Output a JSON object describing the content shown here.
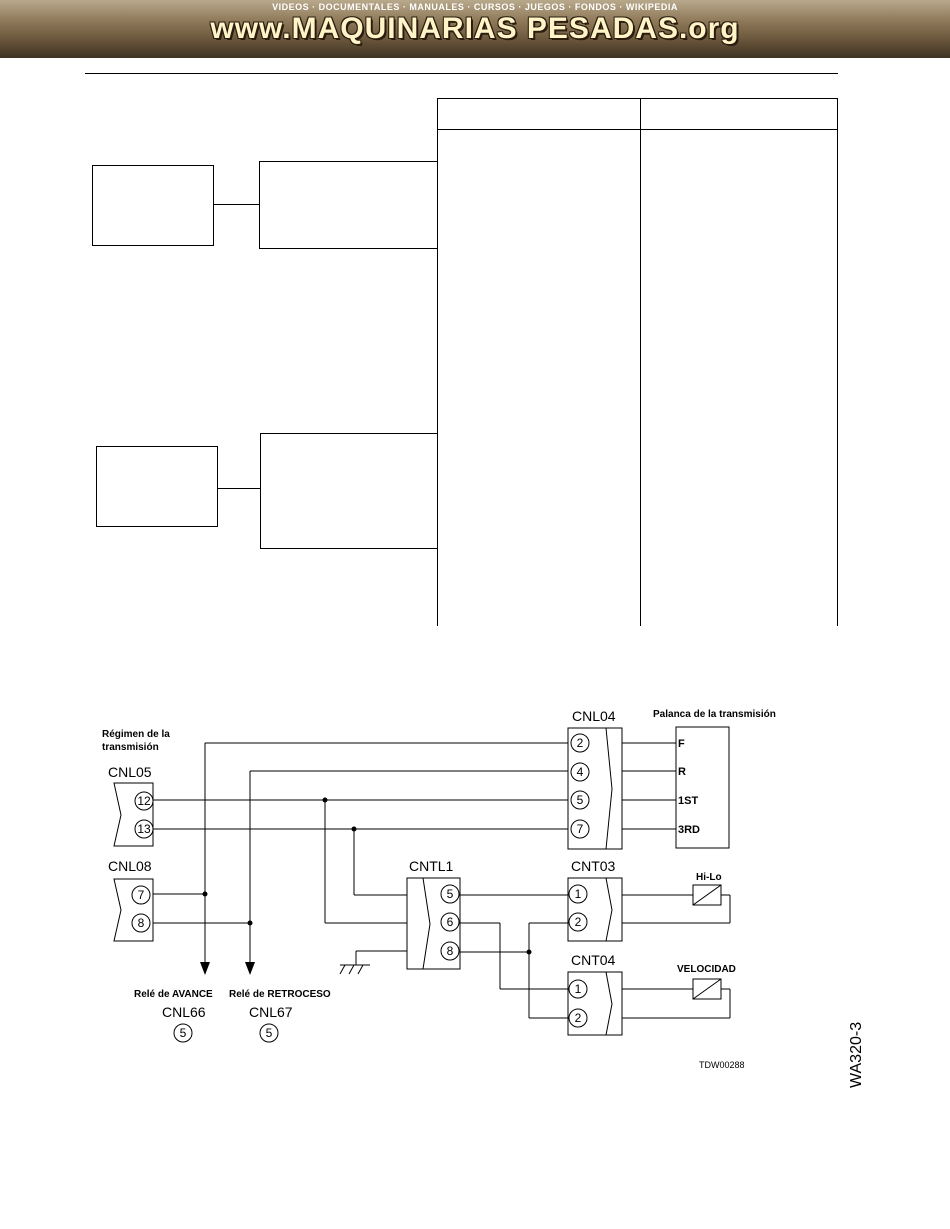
{
  "header": {
    "banner_top": "VIDEOS · DOCUMENTALES · MANUALES · CURSOS · JUEGOS · FONDOS · WIKIPEDIA",
    "banner_main": "www.MAQUINARIAS PESADAS.org"
  },
  "diagram": {
    "title_left": "Régimen de la",
    "title_left2": "transmisión",
    "lever_title": "Palanca de la transmisión",
    "connectors": {
      "cnl05": "CNL05",
      "cnl08": "CNL08",
      "cnl04": "CNL04",
      "cntl1": "CNTL1",
      "cnt03": "CNT03",
      "cnt04": "CNT04",
      "cnl66": "CNL66",
      "cnl67": "CNL67"
    },
    "pins": {
      "cnl05_a": "12",
      "cnl05_b": "13",
      "cnl08_a": "7",
      "cnl08_b": "8",
      "cnl04_a": "2",
      "cnl04_b": "4",
      "cnl04_c": "5",
      "cnl04_d": "7",
      "cntl1_a": "5",
      "cntl1_b": "6",
      "cntl1_c": "8",
      "cnt03_a": "1",
      "cnt03_b": "2",
      "cnt04_a": "1",
      "cnt04_b": "2",
      "cnl66_pin": "5",
      "cnl67_pin": "5"
    },
    "lever_positions": {
      "f": "F",
      "r": "R",
      "first": "1ST",
      "third": "3RD"
    },
    "solenoids": {
      "hilo": "Hi-Lo",
      "velocidad": "VELOCIDAD"
    },
    "relays": {
      "avance": "Relé de AVANCE",
      "retroceso": "Relé de RETROCESO"
    },
    "figure_code": "TDW00288"
  },
  "side_label": "WA320-3"
}
